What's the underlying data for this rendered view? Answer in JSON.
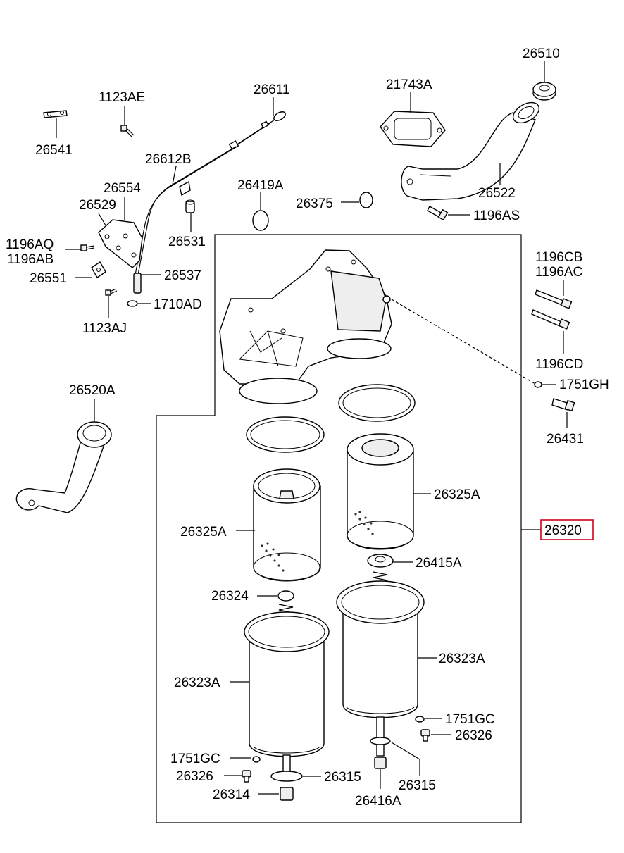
{
  "labels": {
    "p26510": "26510",
    "p21743A": "21743A",
    "p26611": "26611",
    "p1123AE": "1123AE",
    "p26541": "26541",
    "p26612B": "26612B",
    "p26554": "26554",
    "p26529": "26529",
    "p26419A": "26419A",
    "p26375": "26375",
    "p26522": "26522",
    "p1196AS": "1196AS",
    "p26531": "26531",
    "p1196AQ": "1196AQ",
    "p1196AB": "1196AB",
    "p26551": "26551",
    "p26537": "26537",
    "p1710AD": "1710AD",
    "p1123AJ": "1123AJ",
    "p1196CB": "1196CB",
    "p1196AC": "1196AC",
    "p1196CD": "1196CD",
    "p1751GH": "1751GH",
    "p26431": "26431",
    "p26520A": "26520A",
    "p26325A_right": "26325A",
    "p26325A_left": "26325A",
    "p26320": "26320",
    "p26415A": "26415A",
    "p26324": "26324",
    "p26323A_right": "26323A",
    "p26323A_left": "26323A",
    "p1751GC_right": "1751GC",
    "p26326_right": "26326",
    "p1751GC_left": "1751GC",
    "p26326_left": "26326",
    "p26315_left": "26315",
    "p26315_right": "26315",
    "p26314": "26314",
    "p26416A": "26416A"
  },
  "highlight_color": "#d0021b"
}
